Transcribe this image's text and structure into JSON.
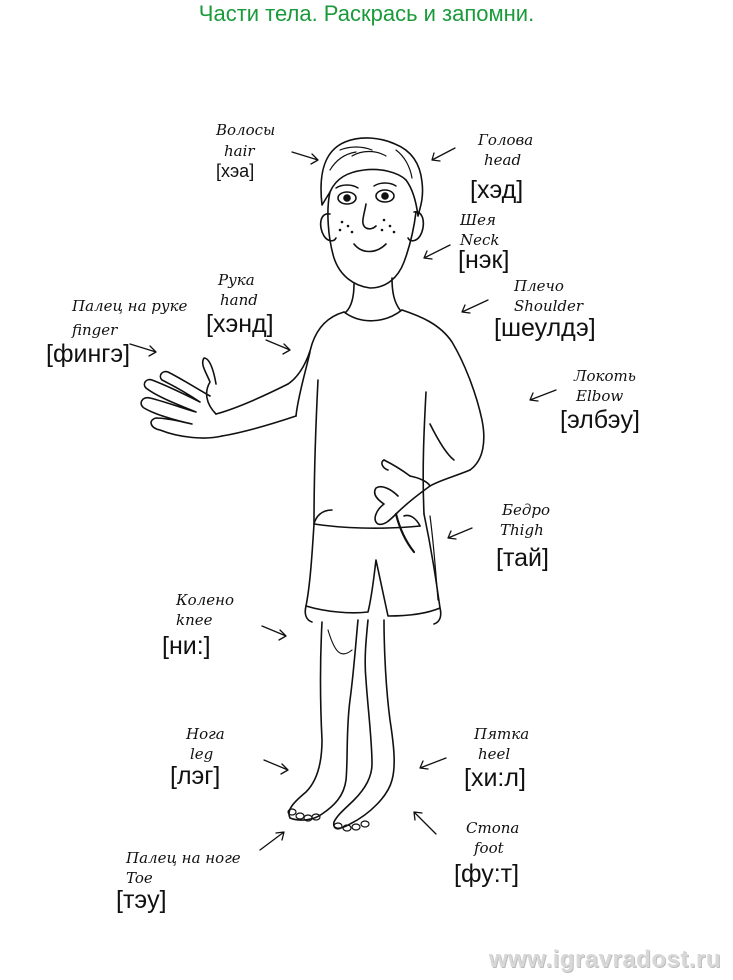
{
  "title": "Части тела. Раскрась и запомни.",
  "labels": {
    "hair": {
      "ru": "Волосы",
      "en": "hair",
      "pron": "[хэа]"
    },
    "head": {
      "ru": "Голова",
      "en": "head",
      "pron": "[хэд]"
    },
    "neck": {
      "ru": "Шея",
      "en": "Neck",
      "pron": "[нэк]"
    },
    "hand": {
      "ru": "Рука",
      "en": "hand",
      "pron": "[хэнд]"
    },
    "shoulder": {
      "ru": "Плечо",
      "en": "Shoulder",
      "pron": "[шеулдэ]"
    },
    "finger": {
      "ru": "Палец на руке",
      "en": "finger",
      "pron": "[фингэ]"
    },
    "elbow": {
      "ru": "Локоть",
      "en": "Elbow",
      "pron": "[элбэу]"
    },
    "thigh": {
      "ru": "Бедро",
      "en": "Thigh",
      "pron": "[тай]"
    },
    "knee": {
      "ru": "Колено",
      "en": "knee",
      "pron": "[ни:]"
    },
    "leg": {
      "ru": "Нога",
      "en": "leg",
      "pron": "[лэг]"
    },
    "heel": {
      "ru": "Пятка",
      "en": "heel",
      "pron": "[хи:л]"
    },
    "foot": {
      "ru": "Стопа",
      "en": "foot",
      "pron": "[фу:т]"
    },
    "toe": {
      "ru": "Палец на ноге",
      "en": "Toe",
      "pron": "[тэу]"
    }
  },
  "footer": "www.igravradost.ru"
}
